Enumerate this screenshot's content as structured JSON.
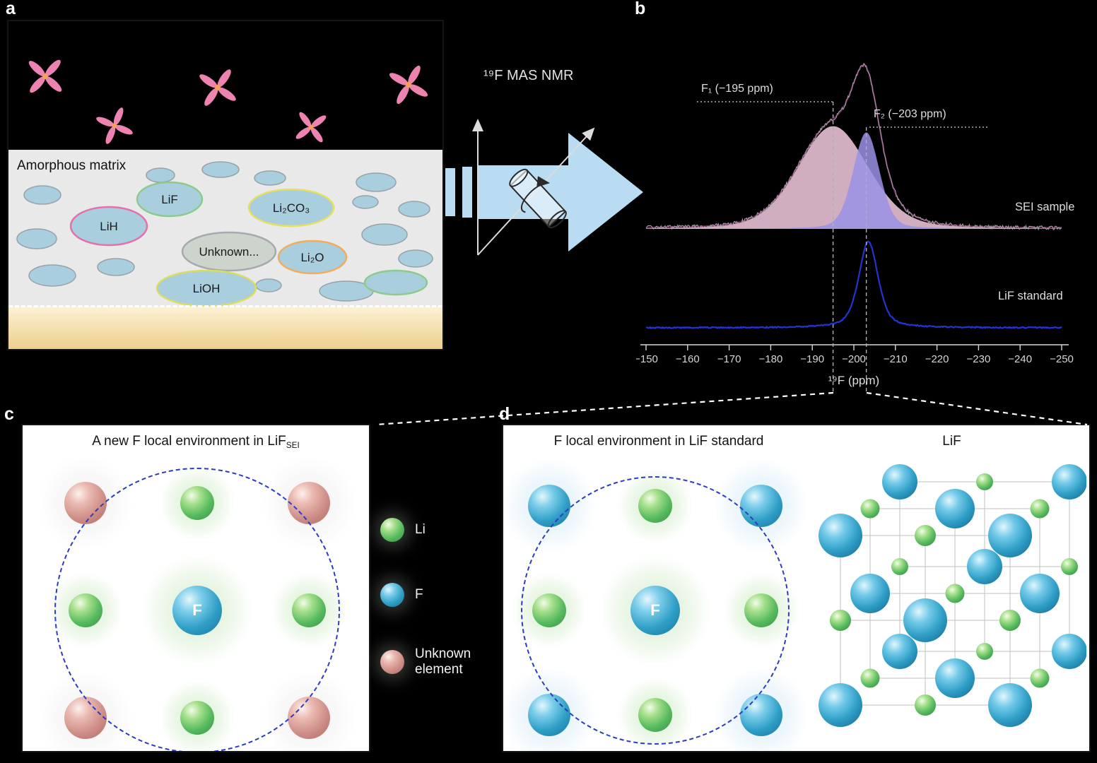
{
  "panel_labels": {
    "a": "a",
    "b": "b",
    "c": "c",
    "d": "d"
  },
  "panel_a": {
    "matrix_label": "Amorphous matrix",
    "blob_labels": {
      "lih": "LiH",
      "lif": "LiF",
      "li2co3": "Li₂CO₃",
      "unknown": "Unknown...",
      "li2o": "Li₂O",
      "lioh": "LiOH"
    }
  },
  "technique_label": "¹⁹F MAS NMR",
  "chart_data": {
    "type": "line",
    "title": "",
    "xlabel": "¹⁹F (ppm)",
    "x_axis_reversed": true,
    "xlim": [
      -150,
      -250
    ],
    "x_ticks": [
      -150,
      -160,
      -170,
      -180,
      -190,
      -200,
      -210,
      -220,
      -230,
      -240,
      -250
    ],
    "x_tick_labels": [
      "−150",
      "−160",
      "−170",
      "−180",
      "−190",
      "−200",
      "−210",
      "−220",
      "−230",
      "−240",
      "−250"
    ],
    "series": [
      {
        "name": "SEI sample",
        "kind": "experimental_with_fit",
        "data_color": "#a8a8a8",
        "fit_color": "#6d1f5a",
        "peaks": [
          {
            "name": "F₁",
            "center_ppm": -195,
            "fwhm_ppm": 20,
            "amplitude": 0.66,
            "shape": "pseudo-voigt",
            "fill_color": "#f5cde2"
          },
          {
            "name": "F₂",
            "center_ppm": -203,
            "fwhm_ppm": 7.5,
            "amplitude": 0.62,
            "shape": "pseudo-voigt",
            "fill_color": "#9a92e6"
          }
        ]
      },
      {
        "name": "LiF standard",
        "kind": "reference",
        "color": "#2633d0",
        "peaks": [
          {
            "name": "LiF",
            "center_ppm": -203.5,
            "fwhm_ppm": 5.5,
            "amplitude": 1.0,
            "shape": "pseudo-voigt"
          }
        ]
      }
    ],
    "annotations": [
      {
        "text": "F₁ (−195 ppm)",
        "x_ppm": -195
      },
      {
        "text": "F₂ (−203 ppm)",
        "x_ppm": -203
      }
    ],
    "trace_labels": [
      "SEI sample",
      "LiF standard"
    ]
  },
  "panel_c": {
    "title_main": "A new F local environment in LiF",
    "title_sub": "SEI",
    "center_atom_label": "F"
  },
  "panel_d": {
    "title_left": "F local environment in LiF standard",
    "title_right": "LiF",
    "center_atom_label": "F"
  },
  "legend": {
    "items": [
      {
        "label": "Li",
        "color": "#58bb5e"
      },
      {
        "label": "F",
        "color": "#2f9ec6"
      },
      {
        "label": "Unknown element",
        "color": "#cf8e88"
      }
    ]
  }
}
